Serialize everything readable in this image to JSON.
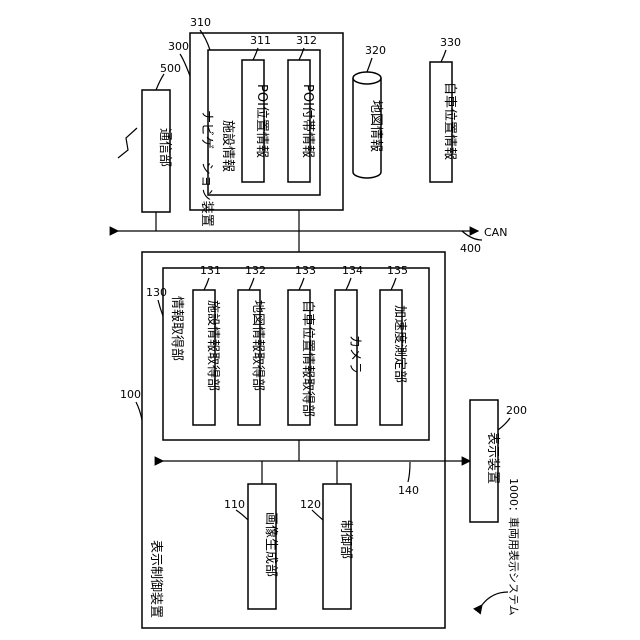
{
  "nav": {
    "ref": "300",
    "label": "ナビゲーション装置",
    "facility_ref": "310",
    "facility_label": "施設情報",
    "poi_pos_ref": "311",
    "poi_pos_label": "POI位置情報",
    "poi_attr_ref": "312",
    "poi_attr_label": "POI付帯情報",
    "map_ref": "320",
    "map_label": "地図情報",
    "ownpos_ref": "330",
    "ownpos_label": "自車位置情報"
  },
  "comm": {
    "ref": "500",
    "label": "通信部"
  },
  "can": {
    "ref": "400",
    "label": "CAN"
  },
  "control": {
    "ref": "100",
    "label": "表示制御装置",
    "acq_ref": "130",
    "acq_label": "情報取得部",
    "m131_ref": "131",
    "m131_label": "施設情報取得部",
    "m132_ref": "132",
    "m132_label": "地図情報取得部",
    "m133_ref": "133",
    "m133_label": "自車位置情報取得部",
    "m134_ref": "134",
    "m134_label": "カメラ",
    "m135_ref": "135",
    "m135_label": "加速度測定部",
    "img_ref": "110",
    "img_label": "画像生成部",
    "ctl_ref": "120",
    "ctl_label": "制御部",
    "bus_ref": "140"
  },
  "display": {
    "ref": "200",
    "label": "表示装置"
  },
  "system": {
    "label": "1000：車両用表示システム"
  }
}
